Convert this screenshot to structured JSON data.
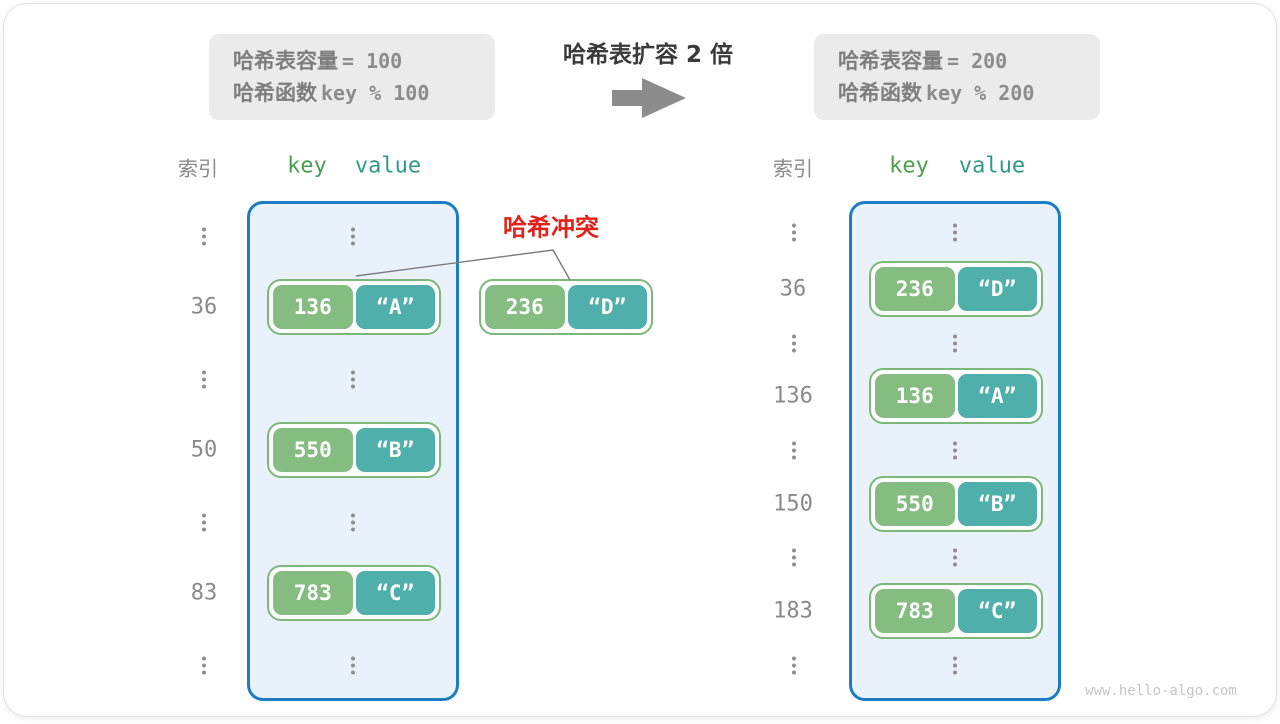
{
  "title": "哈希表扩容 2 倍",
  "watermark": "www.hello-algo.com",
  "info_boxes": {
    "left": {
      "capacity_label": "哈希表容量",
      "capacity_value": "= 100",
      "hash_label": "哈希函数",
      "hash_value": "key % 100"
    },
    "right": {
      "capacity_label": "哈希表容量",
      "capacity_value": "= 200",
      "hash_label": "哈希函数",
      "hash_value": "key % 200"
    }
  },
  "collision": {
    "label": "哈希冲突",
    "pair": {
      "key": "236",
      "value": "“D”"
    }
  },
  "tables": {
    "left": {
      "headers": {
        "index": "索引",
        "key": "key",
        "value": "value"
      },
      "entries": [
        {
          "index": "36",
          "key": "136",
          "value": "“A”"
        },
        {
          "index": "50",
          "key": "550",
          "value": "“B”"
        },
        {
          "index": "83",
          "key": "783",
          "value": "“C”"
        }
      ]
    },
    "right": {
      "headers": {
        "index": "索引",
        "key": "key",
        "value": "value"
      },
      "entries": [
        {
          "index": "36",
          "key": "236",
          "value": "“D”"
        },
        {
          "index": "136",
          "key": "136",
          "value": "“A”"
        },
        {
          "index": "150",
          "key": "550",
          "value": "“B”"
        },
        {
          "index": "183",
          "key": "783",
          "value": "“C”"
        }
      ]
    }
  },
  "colors": {
    "table_border_blue": "#1D7DC4",
    "table_fill_blue": "#E9F2FA",
    "key_green": "#85BC81",
    "value_teal": "#4FB0AB",
    "pair_border_green": "#7CB87A",
    "header_key_green": "#4D9E4F",
    "header_value_teal": "#2F998C",
    "collision_red": "#E32119",
    "muted_gray": "#8A8A8A",
    "arrow_gray": "#8C8C8C",
    "info_box_bg": "#EBEBEB"
  }
}
